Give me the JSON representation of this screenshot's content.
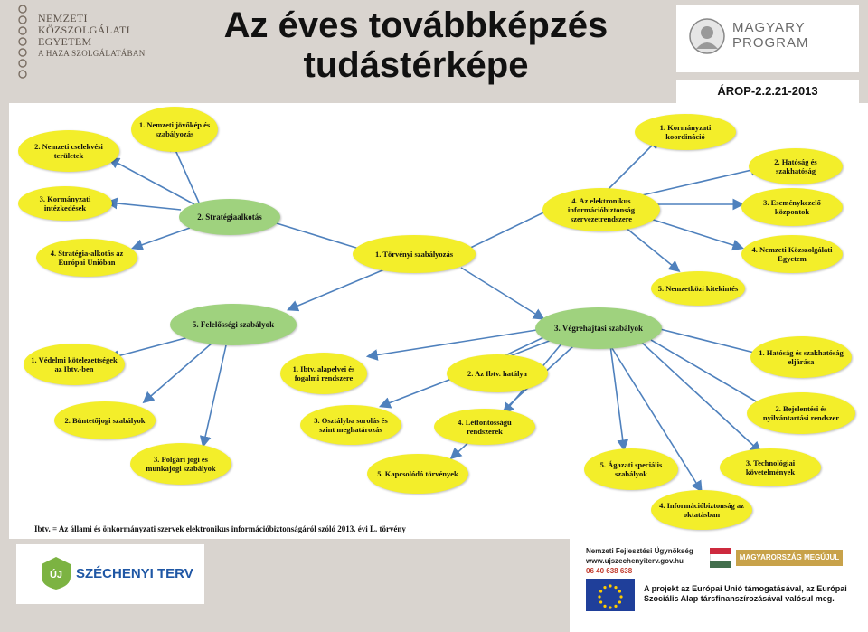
{
  "header": {
    "univ_lines": [
      "NEMZETI",
      "KÖZSZOLGÁLATI",
      "EGYETEM",
      "A HAZA SZOLGÁLATÁBAN"
    ],
    "title_line1": "Az éves továbbképzés",
    "title_line2": "tudástérképe",
    "magyary_line1": "MAGYARY",
    "magyary_line2": "PROGRAM",
    "arop": "ÁROP-2.2.21-2013"
  },
  "diagram": {
    "nodes": [
      {
        "id": "n_jovokep",
        "label": "1. Nemzeti jövőkép és szabályozás",
        "color": "yellow"
      },
      {
        "id": "n_cselekvesi",
        "label": "2. Nemzeti cselekvési területek",
        "color": "yellow"
      },
      {
        "id": "n_intezkedesek",
        "label": "3. Kormányzati intézkedések",
        "color": "yellow"
      },
      {
        "id": "n_strategiaalk",
        "label": "2. Stratégiaalkotás",
        "color": "green"
      },
      {
        "id": "n_eu",
        "label": "4. Stratégia-alkotás az Európai Unióban",
        "color": "yellow"
      },
      {
        "id": "n_torveny",
        "label": "1. Törvényi szabályozás",
        "color": "yellow"
      },
      {
        "id": "n_koordinacio",
        "label": "1. Kormányzati koordináció",
        "color": "yellow"
      },
      {
        "id": "n_hatosag",
        "label": "2. Hatóság és szakhatóság",
        "color": "yellow"
      },
      {
        "id": "n_elektronikus",
        "label": "4. Az elektronikus információbiztonság szervezetrendszere",
        "color": "yellow"
      },
      {
        "id": "n_esemenykezelo",
        "label": "3. Eseménykezelő központok",
        "color": "yellow"
      },
      {
        "id": "n_nke",
        "label": "4. Nemzeti Közszolgálati Egyetem",
        "color": "yellow"
      },
      {
        "id": "n_nemzetkozi",
        "label": "5. Nemzetközi kitekintés",
        "color": "yellow"
      },
      {
        "id": "n_felelossegi",
        "label": "5. Felelősségi szabályok",
        "color": "green"
      },
      {
        "id": "n_vegrehajtasi",
        "label": "3. Végrehajtási szabályok",
        "color": "green"
      },
      {
        "id": "n_vedelmi",
        "label": "1. Védelmi kötelezettségek az Ibtv.-ben",
        "color": "yellow"
      },
      {
        "id": "n_alapelvei",
        "label": "1. Ibtv. alapelvei és fogalmi rendszere",
        "color": "yellow"
      },
      {
        "id": "n_hatalya",
        "label": "2. Az Ibtv. hatálya",
        "color": "yellow"
      },
      {
        "id": "n_hatosag_eljarasa",
        "label": "1. Hatóság és szakhatóság eljárása",
        "color": "yellow"
      },
      {
        "id": "n_buntetojogi",
        "label": "2. Büntetőjogi szabályok",
        "color": "yellow"
      },
      {
        "id": "n_osztalyba",
        "label": "3. Osztályba sorolás és szint meghatározás",
        "color": "yellow"
      },
      {
        "id": "n_letfontossagu",
        "label": "4. Létfontosságú rendszerek",
        "color": "yellow"
      },
      {
        "id": "n_bejelentesi",
        "label": "2. Bejelentési és nyilvántartási rendszer",
        "color": "yellow"
      },
      {
        "id": "n_polgari",
        "label": "3. Polgári jogi és munkajogi szabályok",
        "color": "yellow"
      },
      {
        "id": "n_kapcsolodo",
        "label": "5. Kapcsolódó törvények",
        "color": "yellow"
      },
      {
        "id": "n_agazati",
        "label": "5. Ágazati speciális szabályok",
        "color": "yellow"
      },
      {
        "id": "n_technologiai",
        "label": "3. Technológiai követelmények",
        "color": "yellow"
      },
      {
        "id": "n_oktatasban",
        "label": "4. Információbiztonság az oktatásban",
        "color": "yellow"
      }
    ],
    "footnote": "Ibtv. = Az állami és önkormányzati szervek elektronikus információbiztonságáról szóló 2013. évi L. törvény",
    "colors": {
      "yellow": "#f3ee2a",
      "green": "#9fd27e",
      "arrow": "#4f81bd"
    }
  },
  "footer": {
    "szechenyi": "SZÉCHENYI TERV",
    "nfu_line1": "Nemzeti Fejlesztési Ügynökség",
    "nfu_line2": "www.ujszechenyiterv.gov.hu",
    "nfu_line3": "06 40 638 638",
    "megujul": "MAGYARORSZÁG MEGÚJUL",
    "eu_text": "A projekt az Európai Unió támogatásával, az Európai Szociális Alap társfinanszírozásával valósul meg."
  }
}
